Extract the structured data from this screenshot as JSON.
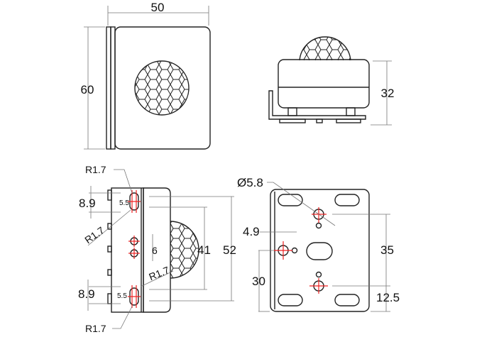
{
  "title": "PIR sensor module with bracket - dimension drawing",
  "colors": {
    "outline": "#222222",
    "dimension": "#777777",
    "centerline": "#ee2222"
  },
  "views": {
    "front": {
      "width": "50",
      "height": "60"
    },
    "side": {
      "height": "32"
    },
    "rear": {
      "slot_radius_top": "R1.7",
      "slot_radius_mid": "R1.7",
      "slot_radius_right": "R1.7",
      "slot_radius_bottom": "R1.7",
      "top_offset": "8.9",
      "bottom_offset": "8.9",
      "slot_len_top": "5.5",
      "slot_len_bottom": "5.5",
      "hole_pitch": "6",
      "slot_span": "41",
      "overall_height": "52"
    },
    "bracket": {
      "hole_diameter": "Ø5.8",
      "edge_offset": "4.9",
      "hole_height": "30",
      "hole_spacing": "35",
      "bottom_offset": "12.5"
    }
  }
}
